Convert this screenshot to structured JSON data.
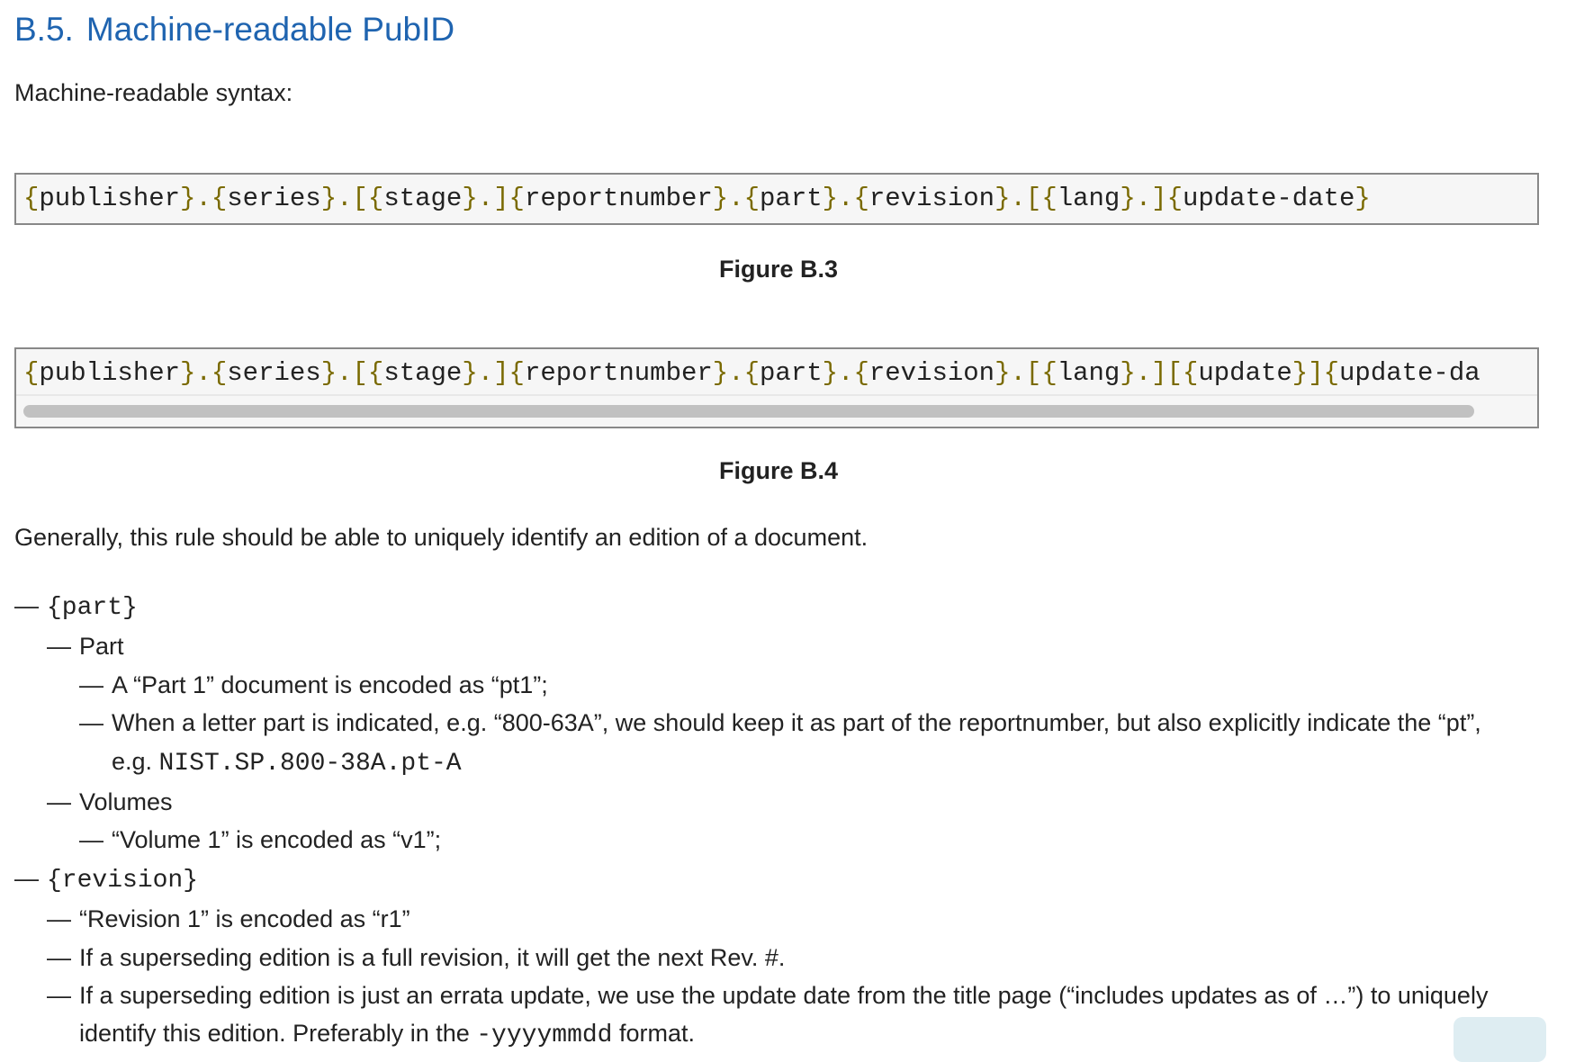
{
  "heading": {
    "number": "B.5.",
    "title": "Machine-readable PubID"
  },
  "intro": "Machine-readable syntax:",
  "figures": [
    {
      "code_parts": [
        "{",
        "publisher",
        "}",
        ".",
        "{",
        "series",
        "}",
        ".",
        "[",
        "{",
        "stage",
        "}",
        ".",
        "]",
        "{",
        "reportnumber",
        "}",
        ".",
        "{",
        "part",
        "}",
        ".",
        "{",
        "revision",
        "}",
        ".",
        "[",
        "{",
        "lang",
        "}",
        ".",
        "]",
        "{",
        "update-date",
        "}"
      ],
      "caption": "Figure B.3"
    },
    {
      "code_parts": [
        "{",
        "publisher",
        "}",
        ".",
        "{",
        "series",
        "}",
        ".",
        "[",
        "{",
        "stage",
        "}",
        ".",
        "]",
        "{",
        "reportnumber",
        "}",
        ".",
        "{",
        "part",
        "}",
        ".",
        "{",
        "revision",
        "}",
        ".",
        "[",
        "{",
        "lang",
        "}",
        ".",
        "]",
        "[",
        "{",
        "update",
        "}",
        "]",
        "{",
        "update-da"
      ],
      "caption": "Figure B.4"
    }
  ],
  "paragraph": "Generally, this rule should be able to uniquely identify an edition of a document.",
  "dash": "—",
  "list": {
    "part": "{part}",
    "part_label": "Part",
    "part_item1": "A “Part 1” document is encoded as “pt1”;",
    "part_item2a": "When a letter part is indicated, e.g. “800-63A”, we should keep it as part of the reportnumber, but also explicitly indicate the “pt”,",
    "part_item2b": "e.g. ",
    "part_item2c": "NIST.SP.800-38A.pt-A",
    "volumes_label": "Volumes",
    "volumes_item1": "“Volume 1” is encoded as “v1”;",
    "revision": "{revision}",
    "rev_item1": "“Revision 1” is encoded as “r1”",
    "rev_item2": "If a superseding edition is a full revision, it will get the next Rev. #.",
    "rev_item3a": "If a superseding edition is just an errata update, we use the update date from the title page (“includes updates as of …”) to uniquely",
    "rev_item3b": "identify this edition. Preferably in the ",
    "rev_item3c": "-yyyymmdd",
    "rev_item3d": " format."
  }
}
